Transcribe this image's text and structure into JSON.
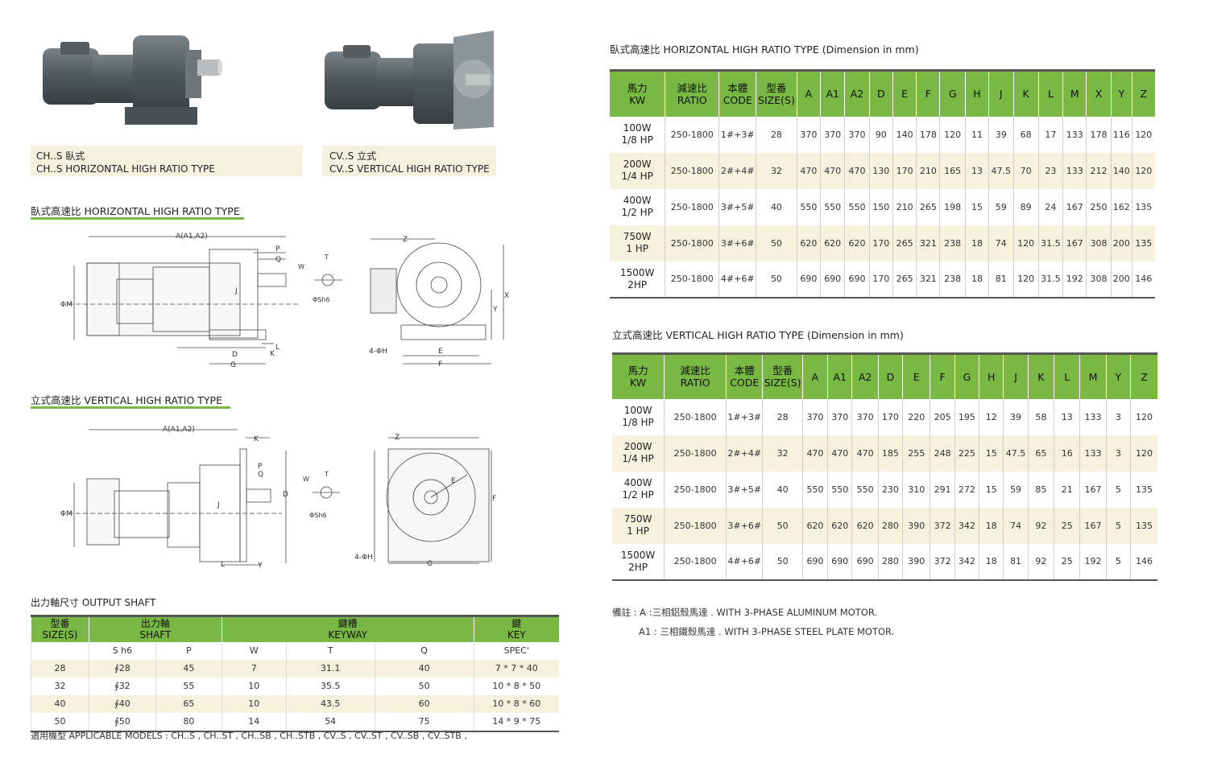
{
  "captions": {
    "ch_zh": "CH..S 臥式",
    "ch_en": "CH..S HORIZONTAL HIGH RATIO TYPE",
    "cv_zh": "CV..S 立式",
    "cv_en": "CV..S VERTICAL HIGH RATIO TYPE"
  },
  "left_sections": {
    "horizontal_title": "臥式高速比 HORIZONTAL HIGH RATIO TYPE",
    "vertical_title": "立式高速比 VERTICAL HIGH RATIO TYPE",
    "output_title": "出力軸尺寸  OUTPUT SHAFT"
  },
  "drawing_labels": {
    "a": "A(A1,A2)",
    "p": "P",
    "q": "Q",
    "w": "W",
    "t": "T",
    "sh6": "ΦSh6",
    "phim": "ΦM",
    "j": "J",
    "d": "D",
    "g": "G",
    "k": "K",
    "l": "L",
    "z": "Z",
    "x": "X",
    "y": "Y",
    "e": "E",
    "f": "F",
    "phih": "4-ΦH"
  },
  "horizontal_table": {
    "title": "臥式高速比 HORIZONTAL HIGH RATIO TYPE (Dimension in mm)",
    "headers": [
      "馬力\nKW",
      "減速比\nRATIO",
      "本體\nCODE",
      "型番\nSIZE(S)",
      "A",
      "A1",
      "A2",
      "D",
      "E",
      "F",
      "G",
      "H",
      "J",
      "K",
      "L",
      "M",
      "X",
      "Y",
      "Z"
    ],
    "rows": [
      [
        "100W\n1/8 HP",
        "250-1800",
        "1#+3#",
        "28",
        "370",
        "370",
        "370",
        "90",
        "140",
        "178",
        "120",
        "11",
        "39",
        "68",
        "17",
        "133",
        "178",
        "116",
        "120"
      ],
      [
        "200W\n1/4 HP",
        "250-1800",
        "2#+4#",
        "32",
        "470",
        "470",
        "470",
        "130",
        "170",
        "210",
        "165",
        "13",
        "47.5",
        "70",
        "23",
        "133",
        "212",
        "140",
        "120"
      ],
      [
        "400W\n1/2 HP",
        "250-1800",
        "3#+5#",
        "40",
        "550",
        "550",
        "550",
        "150",
        "210",
        "265",
        "198",
        "15",
        "59",
        "89",
        "24",
        "167",
        "250",
        "162",
        "135"
      ],
      [
        "750W\n1 HP",
        "250-1800",
        "3#+6#",
        "50",
        "620",
        "620",
        "620",
        "170",
        "265",
        "321",
        "238",
        "18",
        "74",
        "120",
        "31.5",
        "167",
        "308",
        "200",
        "135"
      ],
      [
        "1500W\n2HP",
        "250-1800",
        "4#+6#",
        "50",
        "690",
        "690",
        "690",
        "170",
        "265",
        "321",
        "238",
        "18",
        "81",
        "120",
        "31.5",
        "192",
        "308",
        "200",
        "146"
      ]
    ]
  },
  "vertical_table": {
    "title": "立式高速比 VERTICAL HIGH RATIO TYPE (Dimension in mm)",
    "headers": [
      "馬力\nKW",
      "減速比\nRATIO",
      "本體\nCODE",
      "型番\nSIZE(S)",
      "A",
      "A1",
      "A2",
      "D",
      "E",
      "F",
      "G",
      "H",
      "J",
      "K",
      "L",
      "M",
      "Y",
      "Z"
    ],
    "rows": [
      [
        "100W\n1/8 HP",
        "250-1800",
        "1#+3#",
        "28",
        "370",
        "370",
        "370",
        "170",
        "220",
        "205",
        "195",
        "12",
        "39",
        "58",
        "13",
        "133",
        "3",
        "120"
      ],
      [
        "200W\n1/4 HP",
        "250-1800",
        "2#+4#",
        "32",
        "470",
        "470",
        "470",
        "185",
        "255",
        "248",
        "225",
        "15",
        "47.5",
        "65",
        "16",
        "133",
        "3",
        "120"
      ],
      [
        "400W\n1/2 HP",
        "250-1800",
        "3#+5#",
        "40",
        "550",
        "550",
        "550",
        "230",
        "310",
        "291",
        "272",
        "15",
        "59",
        "85",
        "21",
        "167",
        "5",
        "135"
      ],
      [
        "750W\n1 HP",
        "250-1800",
        "3#+6#",
        "50",
        "620",
        "620",
        "620",
        "280",
        "390",
        "372",
        "342",
        "18",
        "74",
        "92",
        "25",
        "167",
        "5",
        "135"
      ],
      [
        "1500W\n2HP",
        "250-1800",
        "4#+6#",
        "50",
        "690",
        "690",
        "690",
        "280",
        "390",
        "372",
        "342",
        "18",
        "81",
        "92",
        "25",
        "192",
        "5",
        "146"
      ]
    ]
  },
  "shaft_table": {
    "groups": [
      "型番\nSIZE(S)",
      "出力軸\nSHAFT",
      "鍵槽\nKEYWAY",
      "鍵\nKEY"
    ],
    "subheaders": [
      "",
      "S h6",
      "P",
      "W",
      "T",
      "Q",
      "SPEC'"
    ],
    "rows": [
      [
        "28",
        "∮28",
        "45",
        "7",
        "31.1",
        "40",
        "7 * 7 * 40"
      ],
      [
        "32",
        "∮32",
        "55",
        "10",
        "35.5",
        "50",
        "10 * 8 * 50"
      ],
      [
        "40",
        "∮40",
        "65",
        "10",
        "43.5",
        "60",
        "10 * 8 * 60"
      ],
      [
        "50",
        "∮50",
        "80",
        "14",
        "54",
        "75",
        "14 * 9 * 75"
      ]
    ],
    "applicable": "適用機型 APPLICABLE MODELS : CH..S , CH..ST , CH..SB , CH..STB , CV..S , CV..ST , CV..SB , CV..STB ,"
  },
  "notes": {
    "a": "備註 : A  :三相鋁殼馬達 . WITH 3-PHASE ALUMINUM MOTOR.",
    "a1": "A1 : 三相鐵殼馬達 . WITH 3-PHASE STEEL PLATE MOTOR."
  },
  "colors": {
    "header_green": "#79b843",
    "band": "#f5f1dc",
    "motor_gray": "#5b6164"
  }
}
